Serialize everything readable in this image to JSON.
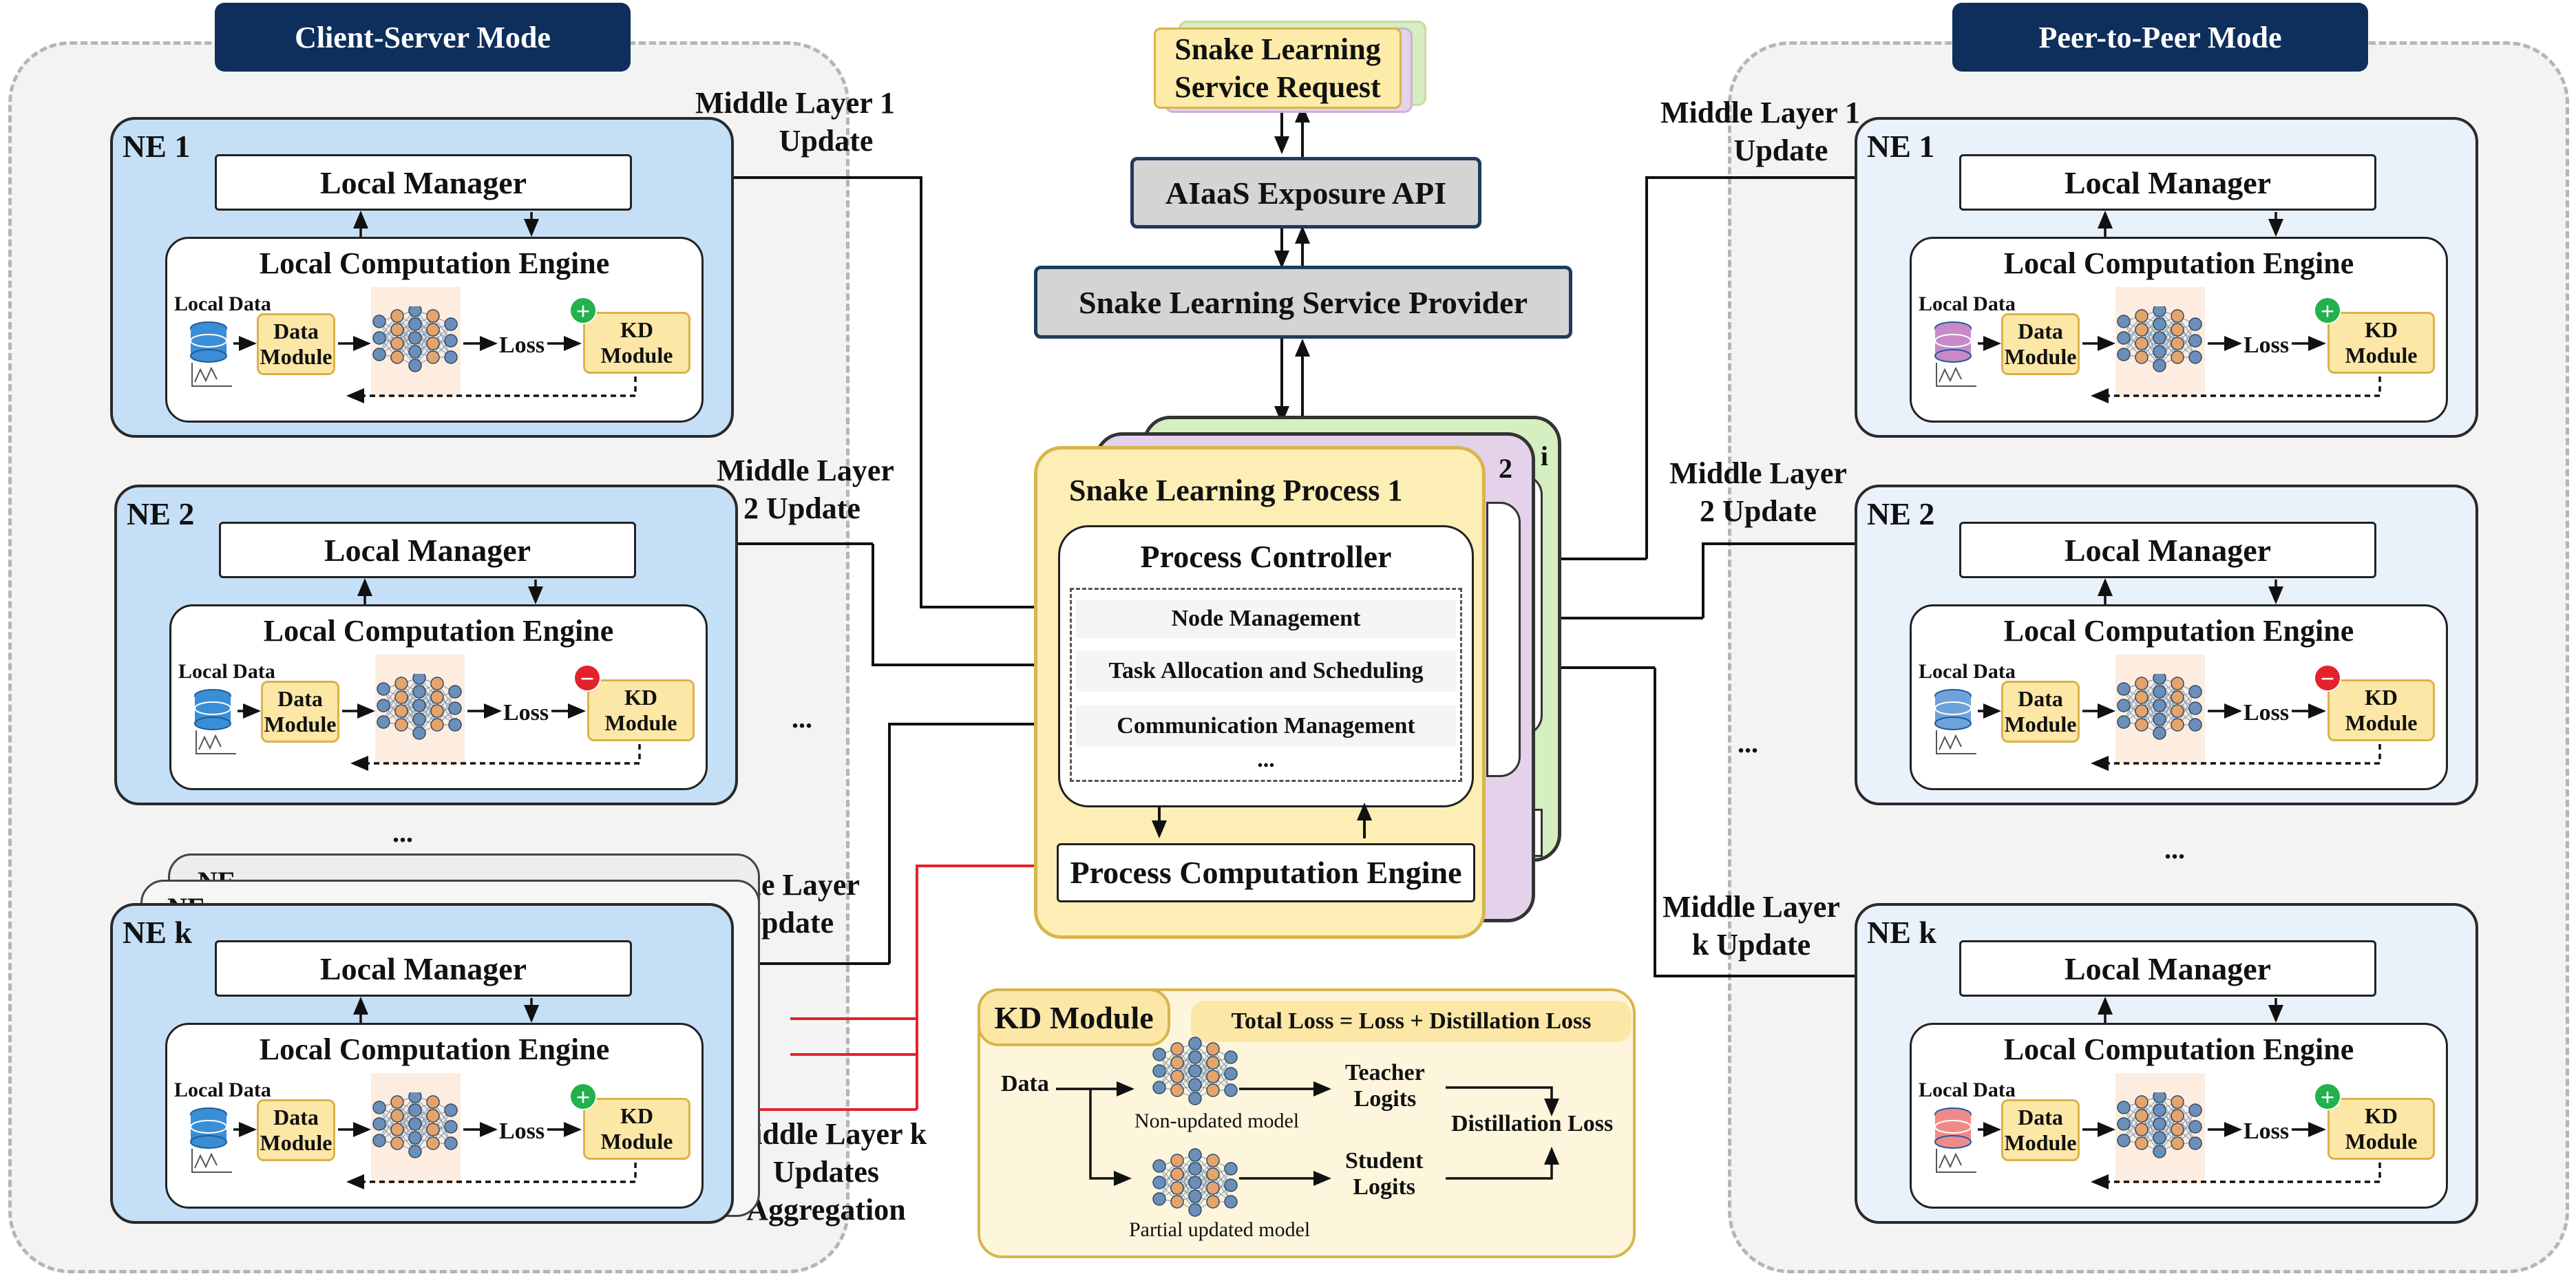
{
  "modes": {
    "client_server": "Client-Server Mode",
    "p2p": "Peer-to-Peer Mode"
  },
  "request": {
    "line1": "Snake Learning",
    "line2": "Service Request"
  },
  "api": "AIaaS Exposure API",
  "provider": "Snake Learning Service Provider",
  "process": {
    "back_fragment": "Snake Learning Process i",
    "back_label_i": "s i",
    "back_label_2": "2",
    "title": "Snake Learning Process 1",
    "controller": "Process Controller",
    "items": [
      "Node Management",
      "Task Allocation and Scheduling",
      "Communication Management",
      "..."
    ],
    "engine": "Process Computation Engine"
  },
  "ne_common": {
    "local_manager": "Local Manager",
    "lce": "Local Computation Engine",
    "local_data": "Local Data",
    "data_module_1": "Data",
    "data_module_2": "Module",
    "loss": "Loss",
    "kd_1": "KD",
    "kd_2": "Module"
  },
  "cs_nodes": [
    "NE 1",
    "NE 2",
    "NE k"
  ],
  "p2p_nodes": [
    "NE 1",
    "NE 2",
    "NE k"
  ],
  "stack_fragments": [
    "NE",
    "NE"
  ],
  "ellipsis": "...",
  "labels": {
    "cs_ml1": [
      "Middle Layer  1",
      "Update"
    ],
    "cs_ml2": [
      "Middle Layer",
      "2  Update"
    ],
    "cs_mlk": [
      "Middle Layer",
      "k  Update"
    ],
    "cs_agg": [
      "Middle Layer k",
      "Updates",
      "Aggregation"
    ],
    "p2p_ml1": [
      "Middle Layer  1",
      "Update"
    ],
    "p2p_ml2": [
      "Middle Layer",
      "2  Update"
    ],
    "p2p_mlk": [
      "Middle Layer",
      "k  Update"
    ]
  },
  "kd_detail": {
    "title": "KD Module",
    "formula": "Total Loss  =  Loss  +  Distillation Loss",
    "data": "Data",
    "non_updated": "Non-updated model",
    "partial": "Partial updated model",
    "teacher_1": "Teacher",
    "teacher_2": "Logits",
    "student_1": "Student",
    "student_2": "Logits",
    "distill": "Distillation Loss"
  },
  "colors": {
    "mode_title": "#0e2f5c",
    "ne_cs": "#c5e0f6",
    "ne_p2p": "#e9f1fb",
    "yellow": "#fde7a6",
    "process_yellow": "#fdeeb5",
    "process_purple": "#e3d2ea",
    "process_green": "#d5efc0",
    "red_line": "#e3222b"
  }
}
